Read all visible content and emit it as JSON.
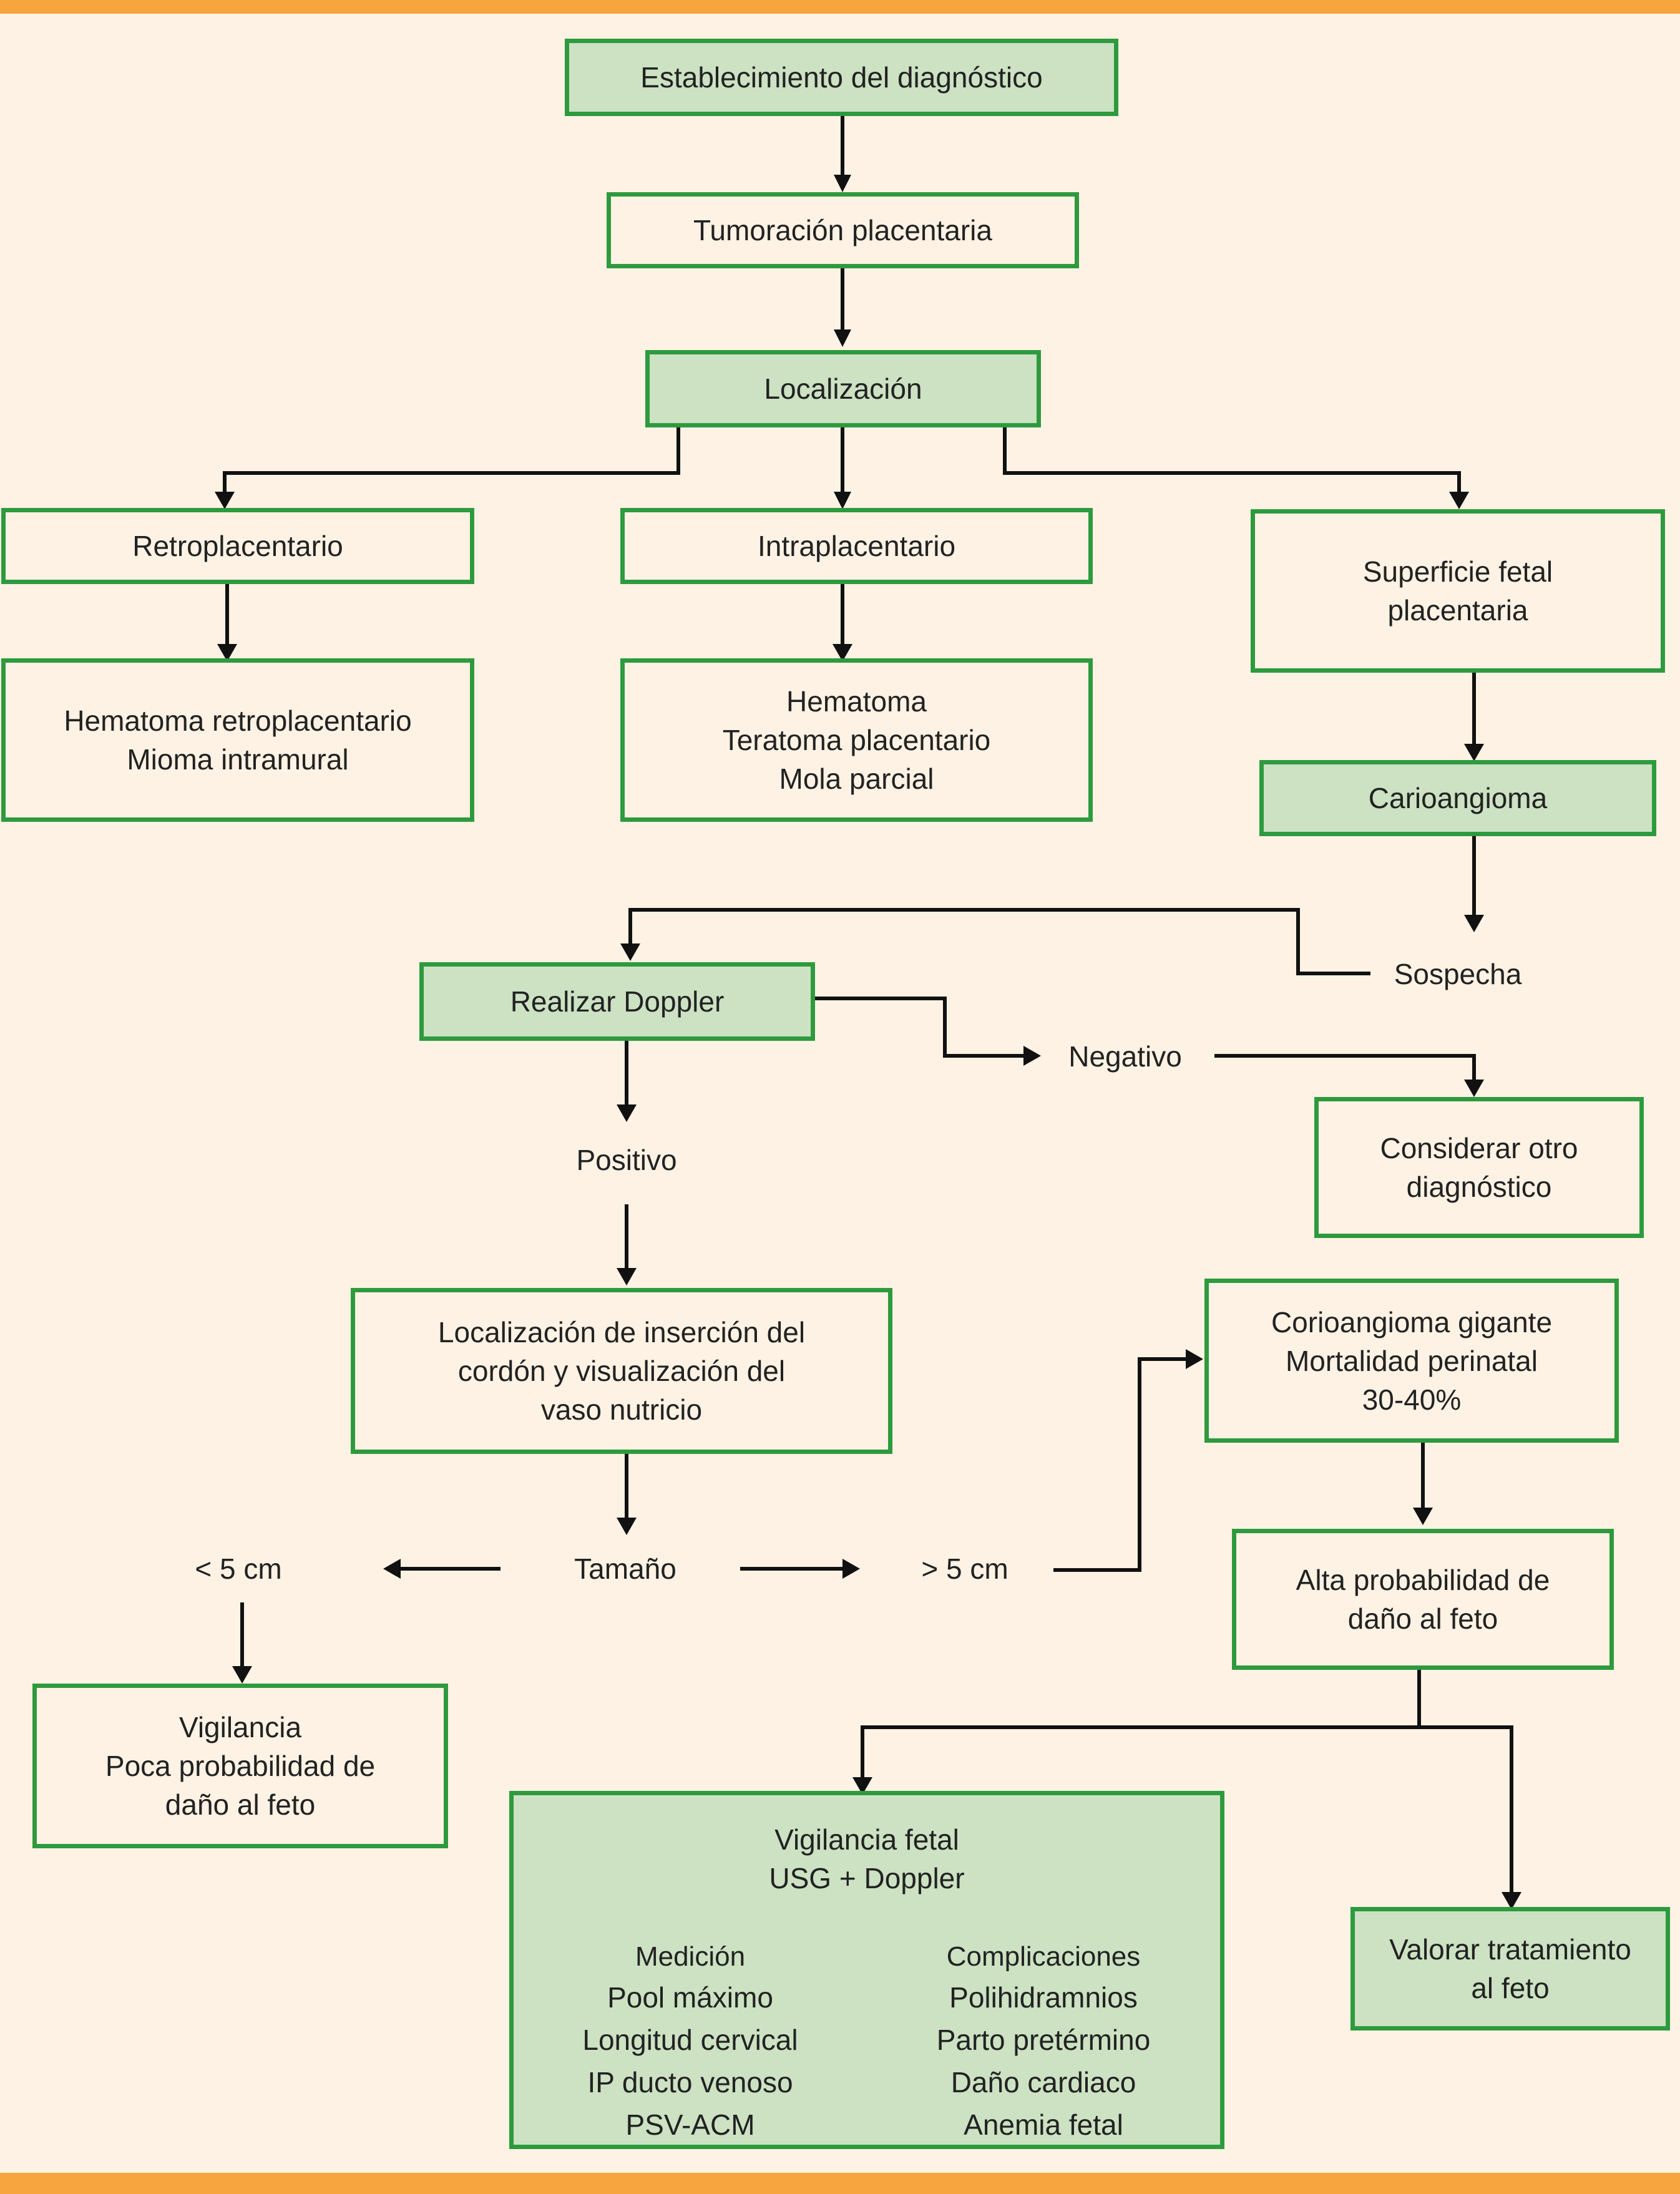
{
  "colors": {
    "accent_bar": "#f6a53f",
    "background": "#fdf2e4",
    "box_border": "#2e9a3e",
    "box_fill": "#cce2c3",
    "arrow": "#111111"
  },
  "nodes": {
    "establecimiento": "Establecimiento del diagnóstico",
    "tumoracion": "Tumoración placentaria",
    "localizacion": "Localización",
    "retroplacentario": "Retroplacentario",
    "intraplacentario": "Intraplacentario",
    "superficie": [
      "Superficie fetal",
      "placentaria"
    ],
    "hematoma_retro": [
      "Hematoma retroplacentario",
      "Mioma intramural"
    ],
    "hematoma_intra": [
      "Hematoma",
      "Teratoma placentario",
      "Mola parcial"
    ],
    "carioangioma": "Carioangioma",
    "realizar_doppler": "Realizar Doppler",
    "considerar": [
      "Considerar otro",
      "diagnóstico"
    ],
    "localizacion_insercion": [
      "Localización de inserción del",
      "cordón y visualización del",
      "vaso nutricio"
    ],
    "corioangioma_gigante": [
      "Corioangioma gigante",
      "Mortalidad perinatal",
      "30-40%"
    ],
    "alta_probabilidad": [
      "Alta probabilidad de",
      "daño al feto"
    ],
    "vigilancia": [
      "Vigilancia",
      "Poca probabilidad de",
      "daño al feto"
    ],
    "vigilancia_fetal": {
      "title": [
        "Vigilancia fetal",
        "USG + Doppler"
      ],
      "medicion": {
        "header": "Medición",
        "items": [
          "Pool máximo",
          "Longitud cervical",
          "IP ducto venoso",
          "PSV-ACM"
        ]
      },
      "complicaciones": {
        "header": "Complicaciones",
        "items": [
          "Polihidramnios",
          "Parto pretérmino",
          "Daño cardiaco",
          "Anemia fetal"
        ]
      }
    },
    "valorar": [
      "Valorar tratamiento",
      "al feto"
    ]
  },
  "labels": {
    "sospecha": "Sospecha",
    "negativo": "Negativo",
    "positivo": "Positivo",
    "tamano": "Tamaño",
    "menor": "< 5 cm",
    "mayor": "> 5 cm"
  }
}
